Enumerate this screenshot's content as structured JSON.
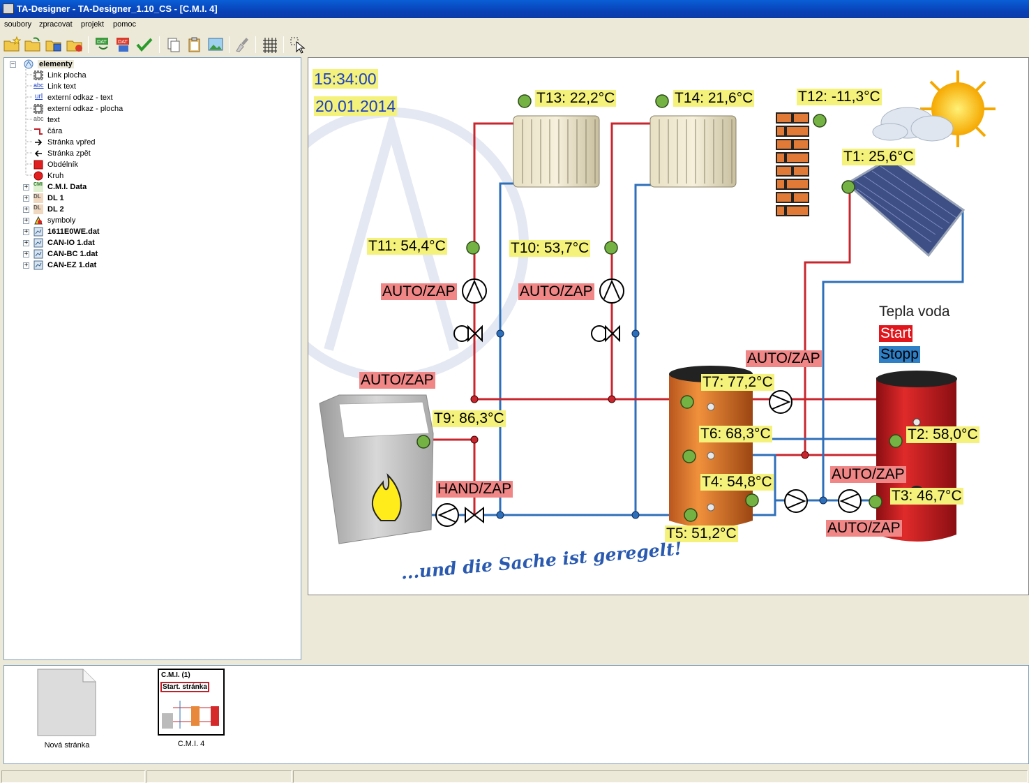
{
  "window": {
    "title": "TA-Designer - TA-Designer_1.10_CS - [C.M.I. 4]"
  },
  "menu": [
    "soubory",
    "zpracovat",
    "projekt",
    "pomoc"
  ],
  "toolbar_icons": [
    "new-folder-icon",
    "open-folder-icon",
    "save-icon",
    "close-project-icon",
    "dat-import-icon",
    "dat-export-icon",
    "check-icon",
    "copy-icon",
    "paste-icon",
    "image-icon",
    "brush-icon",
    "grid-icon",
    "pointer-icon"
  ],
  "tree": {
    "root": "elementy",
    "items": [
      {
        "label": "Link plocha",
        "icon": "link-area-icon"
      },
      {
        "label": "Link text",
        "icon": "link-text-icon"
      },
      {
        "label": "externí odkaz - text",
        "icon": "url-icon"
      },
      {
        "label": "externí odkaz - plocha",
        "icon": "external-area-icon"
      },
      {
        "label": "text",
        "icon": "text-icon"
      },
      {
        "label": "čára",
        "icon": "line-icon"
      },
      {
        "label": "Stránka vpřed",
        "icon": "arrow-right-icon"
      },
      {
        "label": "Stránka zpět",
        "icon": "arrow-left-icon"
      },
      {
        "label": "Obdélník",
        "icon": "rectangle-icon"
      },
      {
        "label": "Kruh",
        "icon": "circle-icon"
      }
    ],
    "groups": [
      {
        "label": "C.M.I. Data",
        "icon": "cmi-icon"
      },
      {
        "label": "DL 1",
        "icon": "dl-icon"
      },
      {
        "label": "DL 2",
        "icon": "dl-icon"
      },
      {
        "label": "symboly",
        "icon": "symbols-icon"
      },
      {
        "label": "1611E0WE.dat",
        "icon": "dat-file-icon"
      },
      {
        "label": "CAN-IO 1.dat",
        "icon": "dat-file-icon"
      },
      {
        "label": "CAN-BC 1.dat",
        "icon": "dat-file-icon"
      },
      {
        "label": "CAN-EZ 1.dat",
        "icon": "dat-file-icon"
      }
    ]
  },
  "schema": {
    "time": "15:34:00",
    "date": "20.01.2014",
    "sensors": {
      "t13": "T13: 22,2°C",
      "t14": "T14: 21,6°C",
      "t12": "T12: -11,3°C",
      "t1": "T1: 25,6°C",
      "t11": "T11: 54,4°C",
      "t10": "T10: 53,7°C",
      "t9": "T9: 86,3°C",
      "t7": "T7: 77,2°C",
      "t6": "T6: 68,3°C",
      "t4": "T4: 54,8°C",
      "t5": "T5: 51,2°C",
      "t2": "T2: 58,0°C",
      "t3": "T3: 46,7°C"
    },
    "status": {
      "pump_r1": "AUTO/ZAP",
      "pump_r2": "AUTO/ZAP",
      "boiler": "AUTO/ZAP",
      "pump_storage": "AUTO/ZAP",
      "pump_boiler": "HAND/ZAP",
      "pump_dhw": "AUTO/ZAP",
      "pump_dhw2": "AUTO/ZAP"
    },
    "dhw_title": "Tepla voda",
    "dhw_start": "Start",
    "dhw_stop": "Stopp",
    "slogan": "...und die Sache ist geregelt!",
    "colors": {
      "hot": "#c8262e",
      "cold": "#2e6fb9",
      "sensor": "#74b243"
    }
  },
  "pages": [
    {
      "label": "Nová stránka"
    },
    {
      "label": "C.M.I. 4",
      "thumb_title": "C.M.I. (1)",
      "thumb_subtitle": "Start. stránka"
    }
  ]
}
